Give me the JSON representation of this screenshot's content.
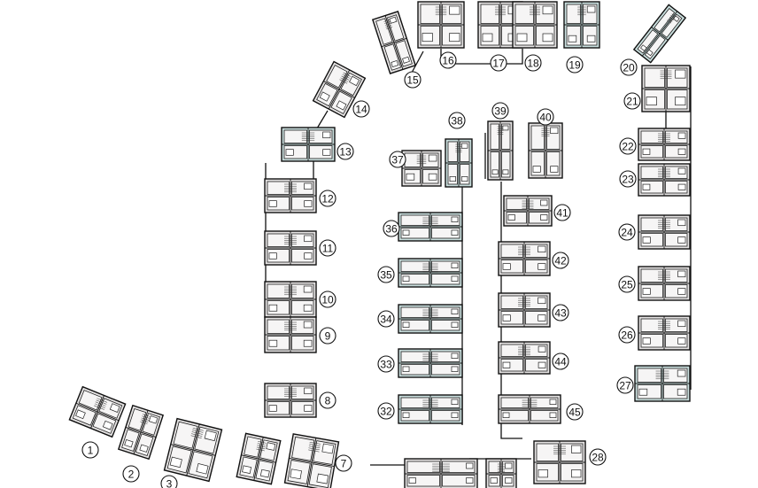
{
  "drawing": {
    "type": "site plan of residential units",
    "unit_labels": [
      "1",
      "2",
      "3",
      "7",
      "8",
      "9",
      "10",
      "11",
      "12",
      "13",
      "14",
      "15",
      "16",
      "17",
      "18",
      "19",
      "20",
      "21",
      "22",
      "23",
      "24",
      "25",
      "26",
      "27",
      "28",
      "32",
      "33",
      "34",
      "35",
      "36",
      "37",
      "38",
      "39",
      "40",
      "41",
      "42",
      "43",
      "44",
      "45"
    ]
  },
  "colors": {
    "unit_fill": "#e4e2e2",
    "tinted_fill": "#c9dedd",
    "line": "#111111",
    "background": "#ffffff"
  }
}
